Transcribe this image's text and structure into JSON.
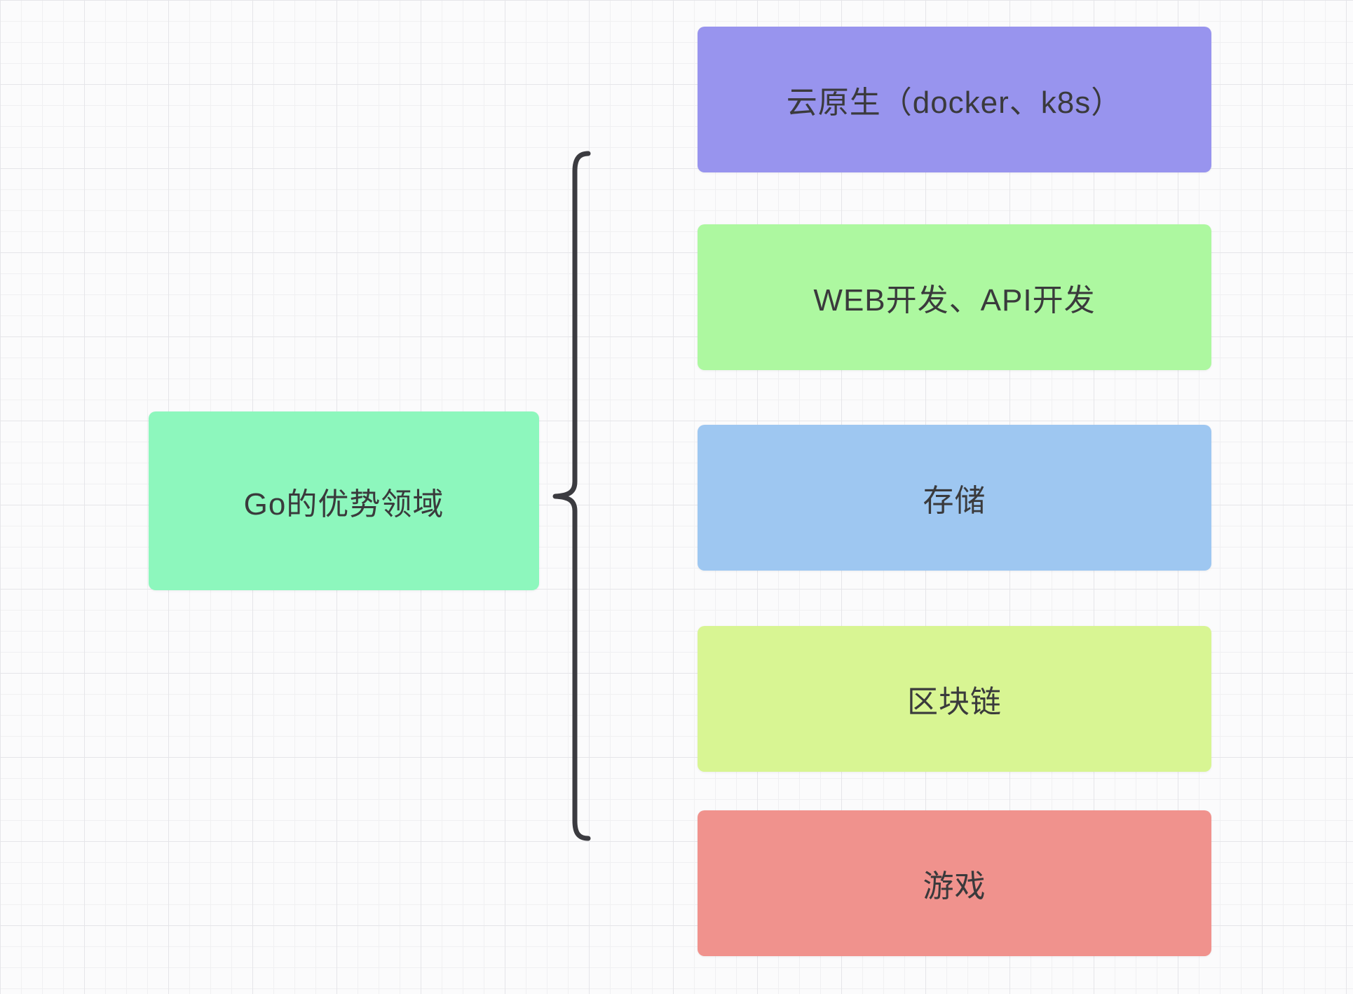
{
  "canvas": {
    "background": "#fbfbfc",
    "grid_minor_color": "#f0f0f2",
    "grid_major_color": "#e5e5e9"
  },
  "diagram": {
    "type": "mindmap",
    "root": {
      "label": "Go的优势领域",
      "color": "#8df7bd"
    },
    "children": [
      {
        "label": "云原生（docker、k8s）",
        "color": "#9894ee"
      },
      {
        "label": "WEB开发、API开发",
        "color": "#adf8a0"
      },
      {
        "label": "存储",
        "color": "#9ec7f1"
      },
      {
        "label": "区块链",
        "color": "#d8f593"
      },
      {
        "label": "游戏",
        "color": "#f0928d"
      }
    ],
    "connector": {
      "shape": "curly-brace",
      "color": "#3b3b40",
      "text_color": "#3a3a3c"
    }
  }
}
